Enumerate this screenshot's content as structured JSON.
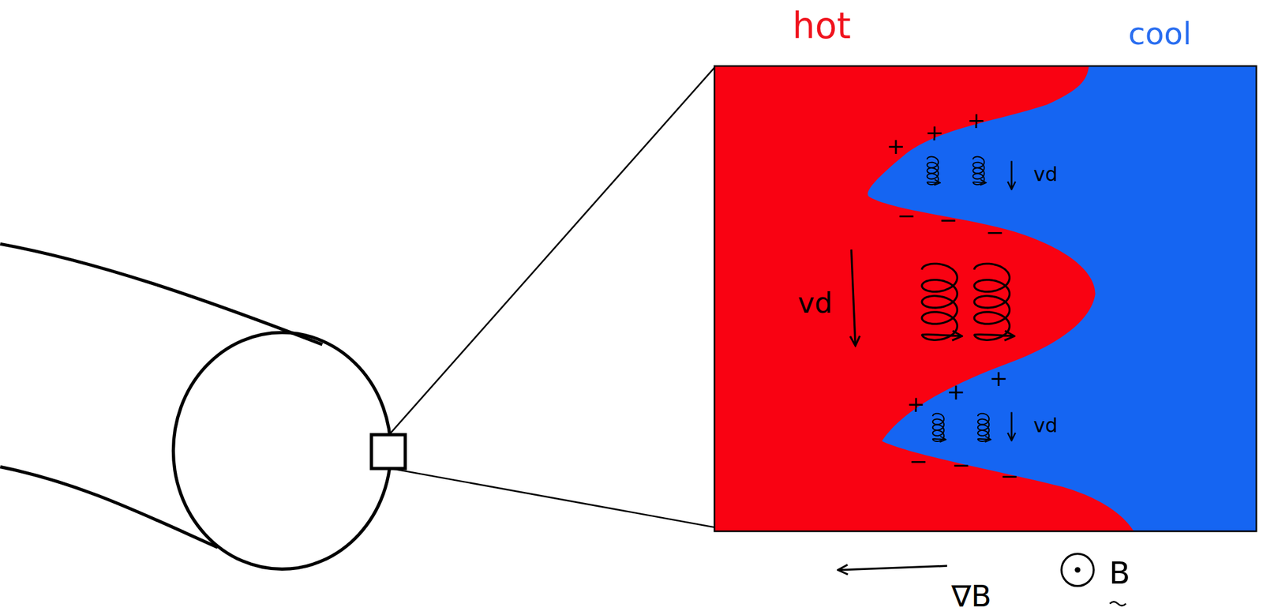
{
  "diagram": {
    "labels": [
      "hot",
      "cool",
      "+",
      "+",
      "+",
      "−",
      "−",
      "−",
      "+",
      "+",
      "+",
      "−",
      "−",
      "−",
      "vd",
      "vd",
      "vd",
      "∇B",
      "B"
    ]
  }
}
